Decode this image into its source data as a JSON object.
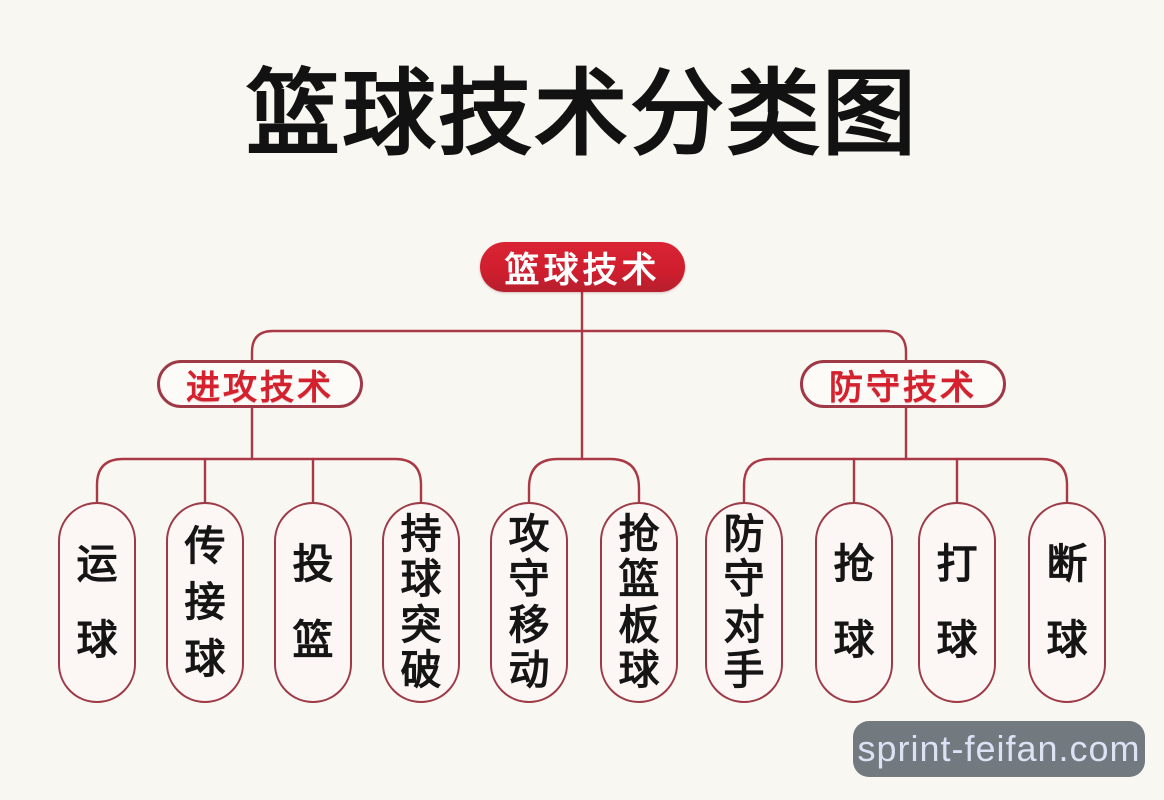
{
  "title": "篮球技术分类图",
  "root": {
    "label": "篮球技术"
  },
  "branches": {
    "offense": {
      "label": "进攻技术",
      "children": [
        "运球",
        "传接球",
        "投篮",
        "持球突破"
      ]
    },
    "center": {
      "children": [
        "攻守移动",
        "抢篮板球"
      ]
    },
    "defense": {
      "label": "防守技术",
      "children": [
        "防守对手",
        "抢球",
        "打球",
        "断球"
      ]
    }
  },
  "watermark": {
    "label": "sprint-feifan.com"
  },
  "colors": {
    "background": "#f8f7f1",
    "root_fill": "#d22031",
    "root_text": "#ffffff",
    "branch_border": "#a03947",
    "branch_text": "#d5212e",
    "leaf_border": "#9d3a48",
    "leaf_fill": "#fcf6f5",
    "leaf_text": "#151515",
    "connector_line": "#aa3845",
    "title_text": "#121212",
    "watermark_bg": "#677077",
    "watermark_text": "#dde1f4"
  }
}
